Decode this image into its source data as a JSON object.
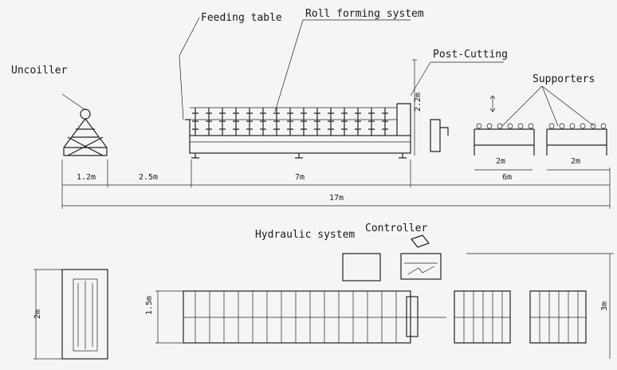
{
  "labels": {
    "uncoiller": "Uncoiller",
    "feeding_table": "Feeding table",
    "roll_forming": "Roll forming system",
    "post_cutting": "Post-Cutting",
    "supporters": "Supporters",
    "hydraulic": "Hydraulic system",
    "controller": "Controller"
  },
  "dimensions": {
    "cutter_height": "2.2m",
    "uncoiller_len": "1.2m",
    "gap_len": "2.5m",
    "machine_len": "7m",
    "supporters_len": "6m",
    "support1_len": "2m",
    "support2_len": "2m",
    "total_len": "17m",
    "uncoiller_width": "2m",
    "machine_width": "1.5m",
    "total_width": "3m"
  }
}
